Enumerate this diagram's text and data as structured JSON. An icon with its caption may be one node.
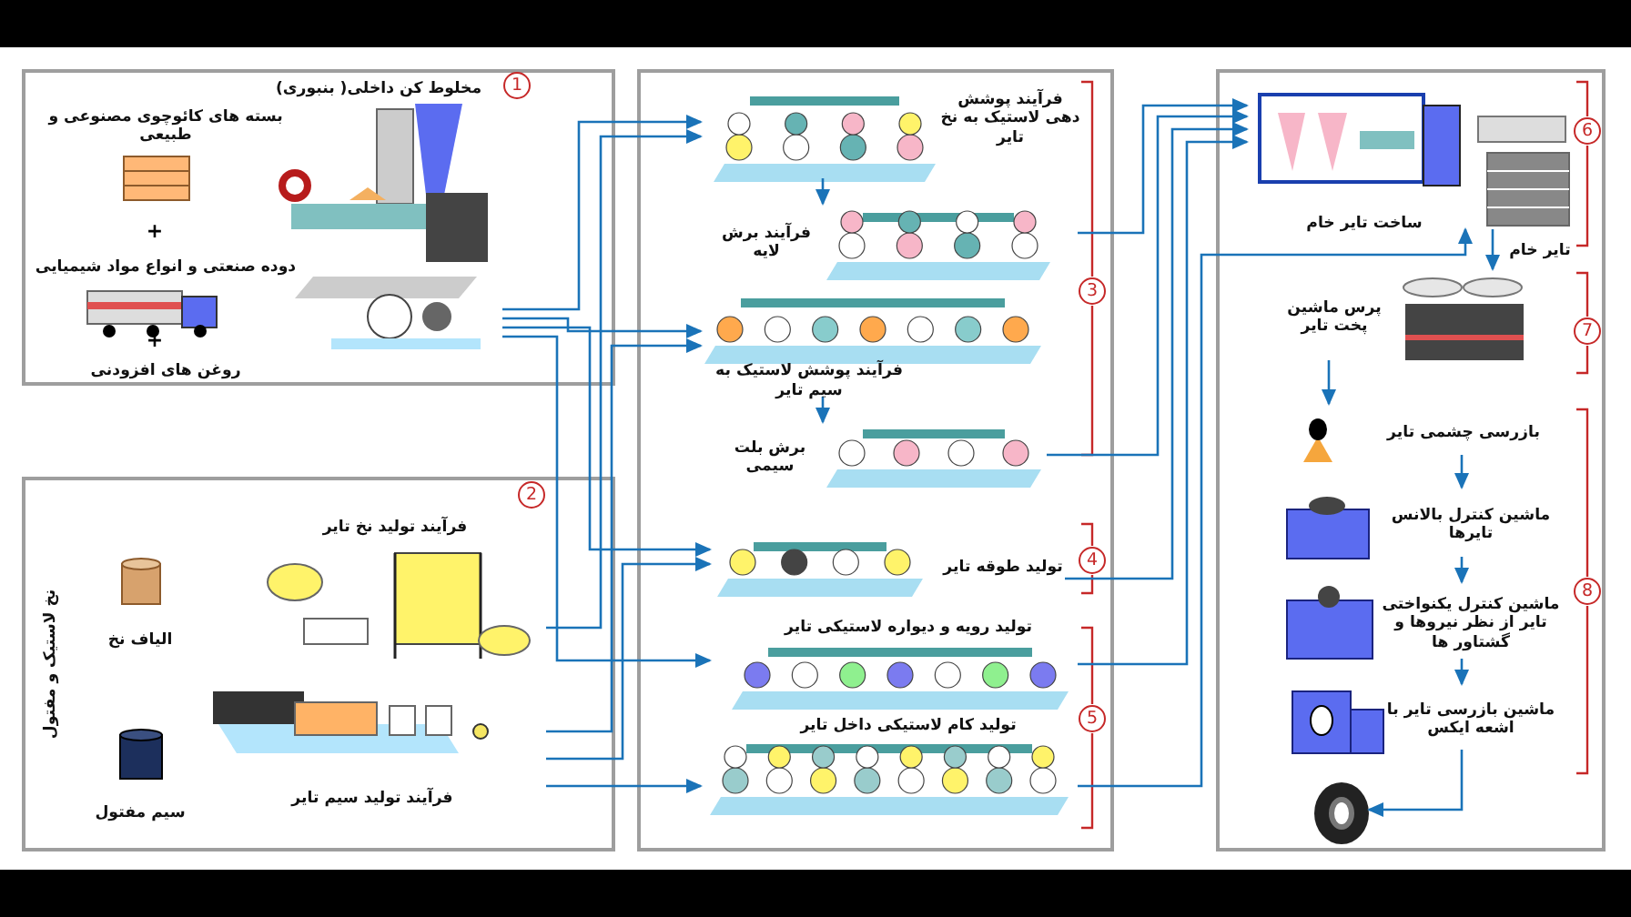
{
  "diagram": {
    "nodes": [
      {
        "text": [],
        "shape": "box"
      },
      {
        "text": [
          "مخلوط کن داخلی( بنبوری)"
        ],
        "in": 0
      },
      {
        "text": [
          "بسته های کائوچوی مصنوعی و طبیعی"
        ],
        "in": 0
      },
      {
        "text": [
          "دوده صنعتی و انواع مواد شیمیایی"
        ],
        "in": 0
      },
      {
        "text": [
          "روغن های افزودنی"
        ],
        "in": 0
      },
      {
        "text": [
          "نخ لاستیک و مفتول"
        ]
      },
      {
        "text": [
          "الیاف نخ"
        ],
        "in": 5
      },
      {
        "text": [
          "سیم مفتول"
        ],
        "in": 5
      },
      {
        "text": [
          "فرآیند تولید نخ تایر"
        ],
        "in": 5
      },
      {
        "text": [
          "فرآیند تولید سیم تایر"
        ],
        "in": 5
      },
      {
        "text": [],
        "shape": "box"
      },
      {
        "text": [
          "فرآیند پوشش دهی لاستیک به نخ تایر"
        ],
        "in": 10
      },
      {
        "text": [
          "فرآیند برش لایه"
        ],
        "in": 10
      },
      {
        "text": [
          "فرآیند پوشش لاستیک به سیم تایر"
        ],
        "in": 10
      },
      {
        "text": [
          "برش بلت سیمی"
        ],
        "in": 10
      },
      {
        "text": [
          "تولید طوقه تایر"
        ],
        "in": 10
      },
      {
        "text": [
          "تولید رویه و دیواره لاستیکی تایر"
        ],
        "in": 10
      },
      {
        "text": [
          "تولید کام لاستیکی داخل تایر"
        ],
        "in": 10
      },
      {
        "text": [],
        "shape": "box"
      },
      {
        "text": [
          "ساخت تایر خام"
        ],
        "in": 18
      },
      {
        "text": [
          "پرس ماشین پخت تایر"
        ],
        "in": 18
      },
      {
        "text": [
          "بازرسی چشمی تایر"
        ],
        "in": 18
      },
      {
        "text": [
          "ماشین کنترل بالانس تایرها"
        ],
        "in": 18
      },
      {
        "text": [
          "ماشین کنترل یکنواختی تایر از نظر نیروها و گشتاور ها"
        ],
        "in": 18
      },
      {
        "text": [
          "ماشین بازرسی تایر با اشعه ایکس"
        ],
        "in": 18
      },
      {
        "text": [],
        "shape": "picture",
        "in": 18
      }
    ],
    "edges": [
      {
        "from": 1,
        "to": 11,
        "arrow": "to"
      },
      {
        "from": 8,
        "to": 11,
        "arrow": "to"
      },
      {
        "from": 1,
        "to": 13,
        "arrow": "to"
      },
      {
        "from": 9,
        "to": 13,
        "arrow": "to"
      },
      {
        "from": 1,
        "to": 15,
        "arrow": "to"
      },
      {
        "from": 9,
        "to": 15,
        "arrow": "to"
      },
      {
        "from": 1,
        "to": 16,
        "arrow": "to"
      },
      {
        "from": 9,
        "to": 17,
        "arrow": "to"
      },
      {
        "from": 11,
        "to": 12,
        "arrow": "to"
      },
      {
        "from": 13,
        "to": 14,
        "arrow": "to"
      },
      {
        "from": 12,
        "to": 19,
        "arrow": "to"
      },
      {
        "from": 14,
        "to": 19,
        "arrow": "to"
      },
      {
        "from": 15,
        "to": 19,
        "arrow": "to"
      },
      {
        "from": 16,
        "to": 19,
        "arrow": "to"
      },
      {
        "from": 17,
        "to": 19,
        "arrow": "to"
      },
      {
        "from": 19,
        "to": 20,
        "arrow": "to",
        "label": "تایر خام"
      },
      {
        "from": 20,
        "to": 21,
        "arrow": "to"
      },
      {
        "from": 21,
        "to": 22,
        "arrow": "to"
      },
      {
        "from": 22,
        "to": 23,
        "arrow": "to"
      },
      {
        "from": 23,
        "to": 24,
        "arrow": "to"
      },
      {
        "from": 24,
        "to": 25,
        "arrow": "to"
      }
    ],
    "labels": [
      "+",
      "+",
      "1",
      "2",
      "3",
      "4",
      "5",
      "6",
      "7",
      "8"
    ]
  }
}
